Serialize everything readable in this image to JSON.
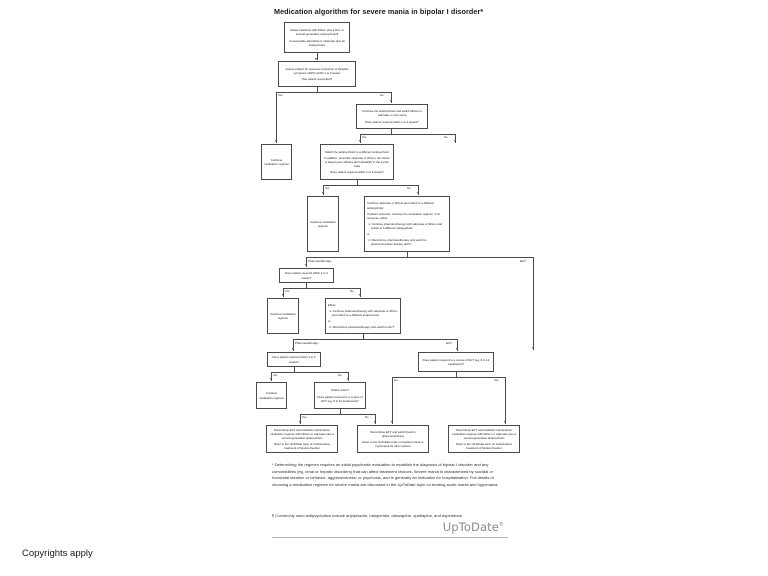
{
  "page": {
    "title": "Medication algorithm for severe mania in bipolar I disorder*",
    "footer_note": "Copyrights apply",
    "brand": "UpToDate",
    "brand_mark": "®"
  },
  "nodes": {
    "n1": {
      "name": "initiate-treatment",
      "lines": [
        "Initiate treatment with lithium plus a first- or second-generation antipsychotic¶",
        "A reasonable alternative is valproate plus an antipsychotic"
      ]
    },
    "n2": {
      "name": "assess-response",
      "lines": [
        "Assess patient for response (reduction of baseline symptoms ≥20%) within 1 to 2 weeks",
        "Has patient responded?"
      ]
    },
    "n3": {
      "name": "continue-antipsychotic-switch-lithium",
      "lines": [
        "Continue the antipsychotic and switch lithium to valproate or vice versa",
        "Does patient respond within 1 to 2 weeks?"
      ]
    },
    "n4": {
      "name": "continue-medication-regimen-1",
      "lines": [
        "Continue medication regimen"
      ]
    },
    "n5": {
      "name": "switch-antipsychotic",
      "lines": [
        "Switch the antipsychotic to a different antipsychotic",
        "In addition, prescribe valproate or lithium; the choice is based upon efficacy and tolerability in the 2 prior trials",
        "Does patient respond within 1 to 2 weeks?"
      ]
    },
    "n6": {
      "name": "continue-medication-regimen-2",
      "lines": [
        "Continue medication regimen"
      ]
    },
    "n7": {
      "name": "continue-valproate-or-lithium",
      "lines": [
        "Continue valproate or lithium and switch to a different antipsychotic",
        "If patient responds, continue the medication regimen. If no response, either:",
        "1. Continue pharmacotherapy with valproate or lithium and switch to a different antipsychotic",
        "or",
        "2. Discontinue pharmacotherapy and switch to electroconvulsive therapy (ECT)"
      ]
    },
    "n8": {
      "name": "does-patient-respond-1-2-weeks",
      "lines": [
        "Does patient respond within 1 to 2 weeks?"
      ]
    },
    "n9": {
      "name": "continue-medication-regimen-3",
      "lines": [
        "Continue medication regimen"
      ]
    },
    "n10": {
      "name": "either-continue-or-discontinue",
      "lines": [
        "Either:",
        "1. Continue pharmacotherapy with valproate or lithium and switch to a different antipsychotic",
        "or",
        "2. Discontinue pharmacotherapy and switch to ECT"
      ]
    },
    "n11": {
      "name": "does-patient-respond-1-2-weeks-2",
      "lines": [
        "Does patient respond within 1 to 2 weeks?"
      ]
    },
    "n12": {
      "name": "ect-course-response",
      "lines": [
        "Does patient respond to a course of ECT (eg, 8 to 12 treatments)?"
      ]
    },
    "n13": {
      "name": "continue-medication-regimen-4",
      "lines": [
        "Continue medication regimen"
      ]
    },
    "n14": {
      "name": "switch-to-ect",
      "lines": [
        "Switch to ECT",
        "Does patient respond to a course of ECT (eg, 8 to 12 treatments)?"
      ]
    },
    "n15": {
      "name": "discontinue-ect-establish-maintenance-left",
      "lines": [
        "Discontinue ECT and establish maintenance medication regimen with lithium or valproate plus a second-generation antipsychotic",
        "Refer to the UpToDate topic on maintenance treatment of bipolar disorder"
      ]
    },
    "n16": {
      "name": "discontinue-ect-switch-back",
      "lines": [
        "Discontinue ECT and switch back to pharmacotherapy",
        "Refer to the UpToDate topic on treating mania or hypomania for other options"
      ]
    },
    "n17": {
      "name": "discontinue-ect-establish-maintenance-right",
      "lines": [
        "Discontinue ECT and establish maintenance medication regimen with lithium or valproate plus a second-generation antipsychotic",
        "Refer to the UpToDate topic on maintenance treatment of bipolar disorder"
      ]
    }
  },
  "edge_labels": {
    "e1_yes": "Yes",
    "e1_no": "No",
    "e2_yes": "Yes",
    "e2_no": "No",
    "e3_yes": "Yes",
    "e3_no": "No",
    "e4_yes": "Yes",
    "e4_no": "No",
    "e5_yes": "Yes",
    "e5_no": "No",
    "e6_no": "No",
    "e6_yes": "Yes"
  },
  "path_labels": {
    "pharmacotherapy_1": "Pharmacotherapy",
    "ect_1": "ECT",
    "pharmacotherapy_2": "Pharmacotherapy",
    "ect_2": "ECT"
  },
  "footnotes": [
    "* Determining the regimen requires an initial psychiatric evaluation to establish the diagnosis of bipolar I disorder and any comorbidities (eg, renal or hepatic disorders) that can affect treatment choices. Severe mania is characterized by suicidal or homicidal ideation or behavior, aggressiveness, or psychosis, and is generally an indication for hospitalization. Full details of choosing a medication regimen for severe mania are discussed in the UpToDate topic on treating acute mania and hypomania.",
    "¶ Commonly used antipsychotics include aripiprazole, haloperidol, olanzapine, quetiapine, and risperidone."
  ]
}
